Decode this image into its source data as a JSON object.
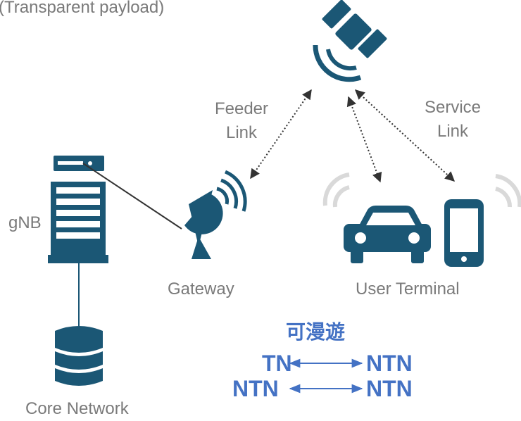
{
  "title": "(Transparent payload)",
  "links": {
    "feeder": [
      "Feeder",
      "Link"
    ],
    "service": [
      "Service",
      "Link"
    ]
  },
  "labels": {
    "gnb": "gNB",
    "gateway": "Gateway",
    "user_terminal": "User Terminal",
    "core_network": "Core Network"
  },
  "roaming": {
    "heading": "可漫遊",
    "rows": [
      {
        "from": "TN",
        "to": "NTN"
      },
      {
        "from": "NTN",
        "to": "NTN"
      }
    ]
  },
  "colors": {
    "icon": "#1b5775",
    "arc": "#d9d9d9",
    "roam_text": "#4472c4",
    "label_text": "#7a7a7a"
  },
  "icons": [
    "satellite-icon",
    "gnb-server-icon",
    "gateway-dish-icon",
    "car-icon",
    "smartphone-icon",
    "database-icon"
  ]
}
